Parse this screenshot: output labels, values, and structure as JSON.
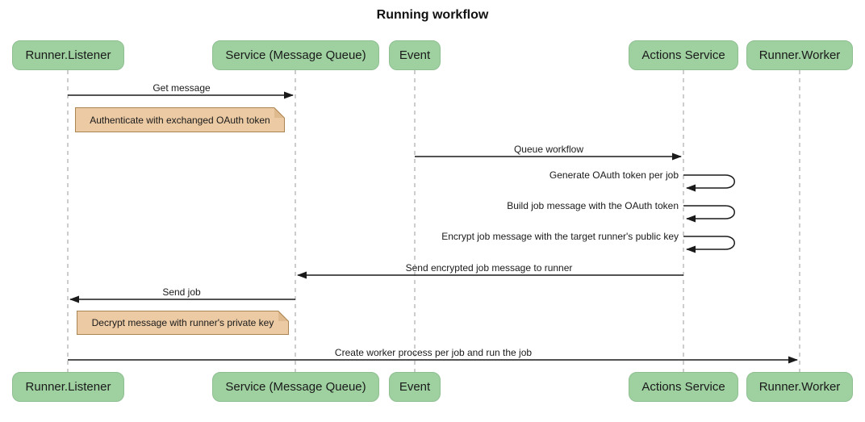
{
  "title": "Running workflow",
  "diagram": {
    "type": "sequence-diagram",
    "participants": [
      {
        "label": "Runner.Listener"
      },
      {
        "label": "Service (Message Queue)"
      },
      {
        "label": "Event"
      },
      {
        "label": "Actions Service"
      },
      {
        "label": "Runner.Worker"
      }
    ],
    "messages": [
      {
        "from": "Runner.Listener",
        "to": "Service (Message Queue)",
        "kind": "arrow",
        "label": "Get message"
      },
      {
        "kind": "note",
        "over": "Runner.Listener",
        "label": "Authenticate with exchanged OAuth token"
      },
      {
        "from": "Event",
        "to": "Actions Service",
        "kind": "arrow",
        "label": "Queue workflow"
      },
      {
        "from": "Actions Service",
        "to": "Actions Service",
        "kind": "self",
        "label": "Generate OAuth token per job"
      },
      {
        "from": "Actions Service",
        "to": "Actions Service",
        "kind": "self",
        "label": "Build job message with the OAuth token"
      },
      {
        "from": "Actions Service",
        "to": "Actions Service",
        "kind": "self",
        "label": "Encrypt job message with the target runner's public key"
      },
      {
        "from": "Actions Service",
        "to": "Service (Message Queue)",
        "kind": "arrow",
        "label": "Send encrypted job message to runner"
      },
      {
        "from": "Service (Message Queue)",
        "to": "Runner.Listener",
        "kind": "arrow",
        "label": "Send job"
      },
      {
        "kind": "note",
        "over": "Runner.Listener",
        "label": "Decrypt message with runner's private key"
      },
      {
        "from": "Runner.Listener",
        "to": "Runner.Worker",
        "kind": "arrow",
        "label": "Create worker process per job and run the job"
      }
    ],
    "colors": {
      "actor_fill": "#9ED0A0",
      "note_fill": "#EBCAA4",
      "note_border": "#AA8452",
      "line": "#1a1a1a",
      "lifeline": "#9B9B9B",
      "background": "#ffffff",
      "text": "#1a1a1a"
    }
  }
}
